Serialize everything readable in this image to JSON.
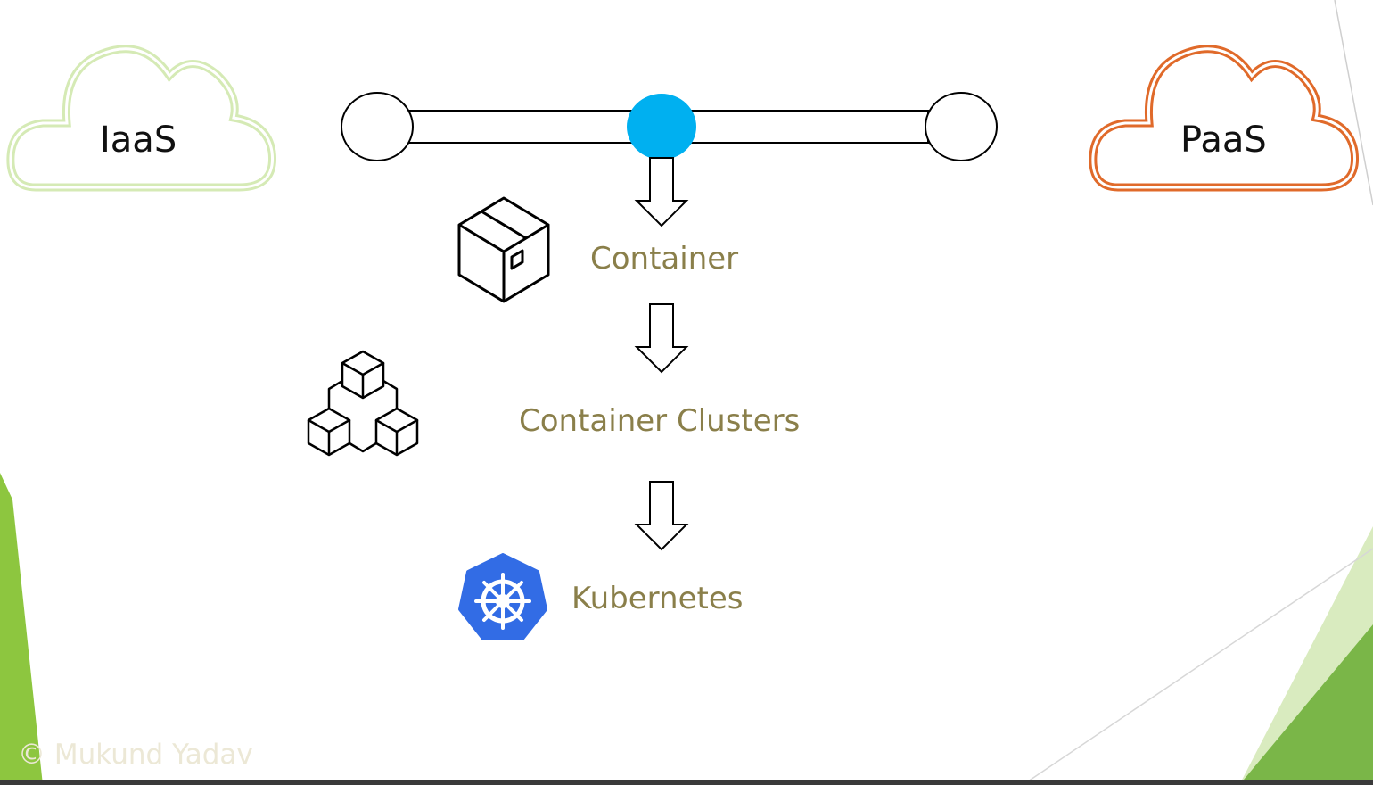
{
  "clouds": {
    "left_label": "IaaS",
    "right_label": "PaaS",
    "left_color": "#d5eab5",
    "right_color": "#e06a2a"
  },
  "timeline": {
    "active_color": "#00b0f0",
    "active_position": 0.5
  },
  "steps": [
    {
      "label": "Container",
      "icon": "box-icon"
    },
    {
      "label": "Container Clusters",
      "icon": "cubes-cluster-icon"
    },
    {
      "label": "Kubernetes",
      "icon": "kubernetes-logo-icon"
    }
  ],
  "step_text_color": "#8a7f4a",
  "kubernetes_color": "#326ce5",
  "footer": {
    "watermark": "© Mukund Yadav"
  },
  "theme": {
    "accent_green": "#8dc63f",
    "light_green": "#c5e0a5"
  }
}
